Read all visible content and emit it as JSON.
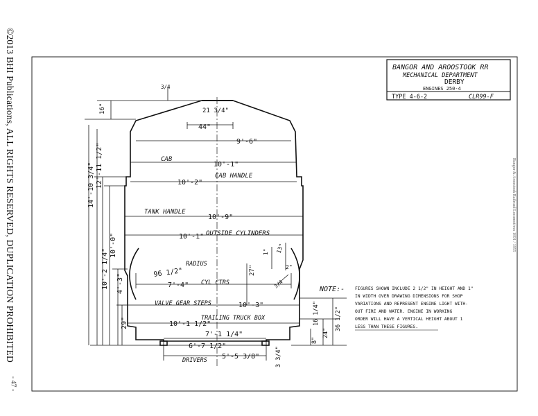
{
  "copyright": "©2013 BHI Publications, ALL RIGHTS RESERVED, DUPLICATION PROHIBITED",
  "page_number": "- 47 -",
  "side_caption": "Bangor & Aroostook Railroad Locomotives 1891 / 1955",
  "title_block": {
    "line1": "BANGOR AND AROOSTOOK RR",
    "line2": "MECHANICAL DEPARTMENT",
    "line3": "DERBY",
    "line4": "ENGINES 250-4",
    "type": "TYPE 4-6-2",
    "class": "CLR99-F"
  },
  "labels": {
    "cab": "CAB",
    "cab_handle": "CAB HANDLE",
    "tank_handle": "TANK HANDLE",
    "outside_cylinders": "OUTSIDE CYLINDERS",
    "radius": "RADIUS",
    "cyl_ctrs": "CYL CTRS",
    "valve_gear_steps": "VALVE GEAR STEPS",
    "trailing_truck_box": "TRAILING TRUCK BOX",
    "drivers": "DRIVERS"
  },
  "dimensions": {
    "d_top_small": "3/4",
    "d_roof_top": "21 3/4\"",
    "d_roof_width": "44\"",
    "d_16": "16\"",
    "d_9_6": "9'-6\"",
    "d_10_1_cab": "10'-1\"",
    "d_10_2": "10'-2\"",
    "d_10_9": "10'-9\"",
    "d_10_1_cyl": "10'-1\"",
    "d_96_half": "96 1/2\"",
    "d_7_4": "7'-4\"",
    "d_10_3": "10'-3\"",
    "d_10_1_half": "10'-1 1/2\"",
    "d_7_1_quarter": "7'-1 1/4\"",
    "d_6_7_half": "6'-7 1/2\"",
    "d_5_5": "5'-5 3/8\"",
    "d_14_10": "14'-10 3/4\"",
    "d_12_11": "12'-11 1/2\"",
    "d_10_0": "10'-0\"",
    "d_10_2_quarter": "10'-2 1/4\"",
    "d_4_3": "4'-3\"",
    "d_29": "29\"",
    "d_27": "27\"",
    "d_1": "1\"",
    "d_13": "13\"",
    "d_2": "2\"",
    "d_3_quarter": "3/4",
    "d_16_quarter": "16 1/4\"",
    "d_24": "24\"",
    "d_36_half": "36 1/2\"",
    "d_8": "8\"",
    "d_3_3q": "3 3/4\""
  },
  "note": {
    "heading": "NOTE:-",
    "lines": [
      "FIGURES SHOWN INCLUDE 2 1/2\" IN HEIGHT AND 1\"",
      "IN WIDTH OVER DRAWING DIMENSIONS FOR SHOP",
      "VARIATIONS AND REPRESENT ENGINE LIGHT WITH-",
      "OUT FIRE AND WATER. ENGINE IN WORKING",
      "ORDER WILL HAVE A VERTICAL HEIGHT ABOUT 1",
      "LESS THAN THESE FIGURES."
    ]
  }
}
